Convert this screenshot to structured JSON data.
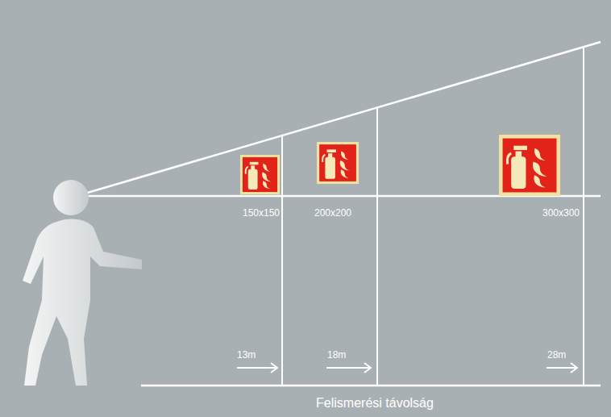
{
  "diagram": {
    "labels": [
      "150x150",
      "200x200",
      "300x300",
      "13m",
      "18m",
      "28m",
      "Felismerési távolság"
    ]
  }
}
